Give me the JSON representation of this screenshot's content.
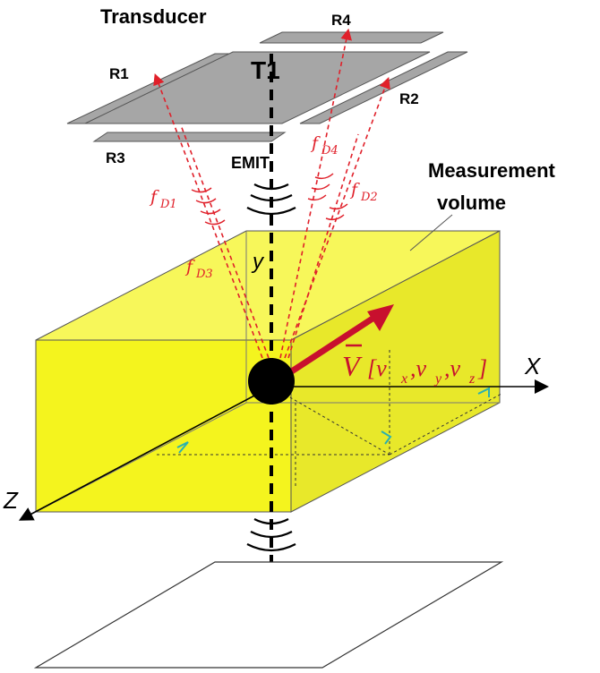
{
  "labels": {
    "transducer": "Transducer",
    "t1": "T1",
    "emit": "EMIT",
    "r1": "R1",
    "r2": "R2",
    "r3": "R3",
    "r4": "R4",
    "measurement_line1": "Measurement",
    "measurement_line2": "volume",
    "fd1": "D1",
    "fd2": "D2",
    "fd3": "D3",
    "fd4": "D4",
    "f": "f",
    "axis_x": "X",
    "axis_y": "y",
    "axis_z": "Z",
    "velocity_v": "V",
    "velocity_components": "[v",
    "vx_sub": "x",
    "vy_sub": "y",
    "vz_sub": "z"
  },
  "colors": {
    "box_fill": "#f4f41e",
    "box_side": "#e8e82a",
    "box_top": "#f7f75a",
    "plate": "#a6a6a6",
    "doppler": "#e0202a",
    "velocity": "#c8102e",
    "accent": "#2bb0b0"
  }
}
